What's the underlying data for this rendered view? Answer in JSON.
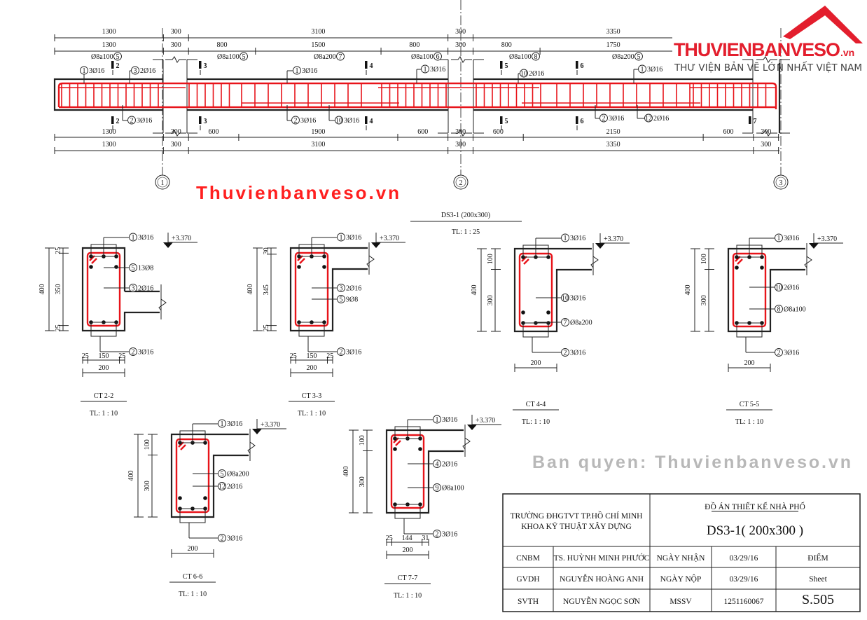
{
  "drawing": {
    "main_title": "DS3-1 (200x300)",
    "main_scale": "TL: 1 : 25",
    "axes": [
      "1",
      "2",
      "3"
    ],
    "dims_top_1": [
      "1300",
      "300",
      "3100",
      "300",
      "3350"
    ],
    "dims_top_2": [
      "1300",
      "300",
      "800",
      "1500",
      "800",
      "300",
      "800",
      "1750"
    ],
    "dims_bot_1": [
      "1300",
      "300",
      "600",
      "1900",
      "600",
      "300",
      "600",
      "2150",
      "600",
      "300"
    ],
    "dims_bot_2": [
      "1300",
      "300",
      "3100",
      "300",
      "3350",
      "300"
    ],
    "section_marks": [
      "2",
      "3",
      "4",
      "5",
      "6",
      "7"
    ],
    "stirrup_labels": [
      {
        "num": "5",
        "text": "Ø8a100"
      },
      {
        "num": "5",
        "text": "Ø8a100"
      },
      {
        "num": "7",
        "text": "Ø8a200"
      },
      {
        "num": "6",
        "text": "Ø8a100"
      },
      {
        "num": "8",
        "text": "Ø8a100"
      },
      {
        "num": "5",
        "text": "Ø8a200"
      }
    ],
    "top_bar_labels": [
      {
        "num": "1",
        "text": "3Ø16"
      },
      {
        "num": "3",
        "text": "2Ø16"
      },
      {
        "num": "1",
        "text": "3Ø16"
      },
      {
        "num": "1",
        "text": "3Ø16"
      },
      {
        "num": "10",
        "text": "2Ø16"
      },
      {
        "num": "1",
        "text": "3Ø16"
      }
    ],
    "bottom_bar_labels": [
      {
        "num": "2",
        "text": "3Ø16"
      },
      {
        "num": "2",
        "text": "3Ø16"
      },
      {
        "num": "10",
        "text": "3Ø16"
      },
      {
        "num": "2",
        "text": "3Ø16"
      },
      {
        "num": "12",
        "text": "2Ø16"
      }
    ]
  },
  "sections": [
    {
      "title": "CT 2-2",
      "scale": "TL: 1 : 10",
      "elevation": "+3.370",
      "height": "400",
      "sub_dims": [
        "25",
        "350",
        "25"
      ],
      "width": "200",
      "width_parts": [
        "25",
        "150",
        "25"
      ],
      "callouts": [
        {
          "num": "1",
          "text": "3Ø16"
        },
        {
          "num": "5",
          "text": "13Ø8"
        },
        {
          "num": "3",
          "text": "2Ø16"
        },
        {
          "num": "2",
          "text": "3Ø16"
        }
      ]
    },
    {
      "title": "CT 3-3",
      "scale": "TL: 1 : 10",
      "elevation": "+3.370",
      "height": "400",
      "sub_dims": [
        "30",
        "345",
        "25"
      ],
      "width": "200",
      "width_parts": [
        "25",
        "150",
        "25"
      ],
      "callouts": [
        {
          "num": "1",
          "text": "3Ø16"
        },
        {
          "num": "3",
          "text": "2Ø16"
        },
        {
          "num": "5",
          "text": "9Ø8"
        },
        {
          "num": "2",
          "text": "3Ø16"
        }
      ]
    },
    {
      "title": "CT 4-4",
      "scale": "TL: 1 : 10",
      "elevation": "+3.370",
      "height": "400",
      "sub_dims": [
        "100",
        "300"
      ],
      "width": "200",
      "callouts": [
        {
          "num": "1",
          "text": "3Ø16"
        },
        {
          "num": "10",
          "text": "3Ø16"
        },
        {
          "num": "7",
          "text": "Ø8a200"
        },
        {
          "num": "2",
          "text": "3Ø16"
        }
      ]
    },
    {
      "title": "CT 5-5",
      "scale": "TL: 1 : 10",
      "elevation": "+3.370",
      "height": "400",
      "sub_dims": [
        "100",
        "300"
      ],
      "width": "200",
      "callouts": [
        {
          "num": "1",
          "text": "3Ø16"
        },
        {
          "num": "10",
          "text": "2Ø16"
        },
        {
          "num": "8",
          "text": "Ø8a100"
        },
        {
          "num": "2",
          "text": "3Ø16"
        }
      ]
    },
    {
      "title": "CT 6-6",
      "scale": "TL: 1 : 10",
      "elevation": "+3.370",
      "height": "400",
      "sub_dims": [
        "100",
        "300"
      ],
      "width": "200",
      "callouts": [
        {
          "num": "1",
          "text": "3Ø16"
        },
        {
          "num": "5",
          "text": "Ø8a200"
        },
        {
          "num": "12",
          "text": "2Ø16"
        },
        {
          "num": "2",
          "text": "3Ø16"
        }
      ]
    },
    {
      "title": "CT 7-7",
      "scale": "TL: 1 : 10",
      "elevation": "+3.370",
      "height": "400",
      "sub_dims": [
        "100",
        "300"
      ],
      "width": "200",
      "width_parts": [
        "25",
        "144",
        "31"
      ],
      "callouts": [
        {
          "num": "1",
          "text": "3Ø16"
        },
        {
          "num": "4",
          "text": "2Ø16"
        },
        {
          "num": "9",
          "text": "Ø8a100"
        },
        {
          "num": "2",
          "text": "3Ø16"
        }
      ]
    }
  ],
  "title_block": {
    "school_1": "TRƯỜNG ĐHGTVT TP.HỒ CHÍ MINH",
    "school_2": "KHOA KỸ THUẬT XÂY DỰNG",
    "project": "ĐỒ ÁN THIẾT KẾ NHÀ PHỐ",
    "drawing_name": "DS3-1( 200x300 )",
    "rows": [
      [
        "CNBM",
        "TS. HUỲNH MINH PHƯỚC",
        "NGÀY NHẬN",
        "03/29/16",
        "ĐIỂM"
      ],
      [
        "GVDH",
        "NGUYỄN HOÀNG ANH",
        "NGÀY NỘP",
        "03/29/16",
        "Sheet"
      ],
      [
        "SVTH",
        "NGUYỄN NGỌC SƠN",
        "MSSV",
        "1251160067",
        "S.505"
      ]
    ]
  },
  "watermarks": {
    "logo_main": "THUVIENBANVESO",
    "logo_tld": ".vn",
    "logo_tagline": "THƯ VIỆN BẢN VẼ LỚN NHẤT VIỆT NAM",
    "center": "Thuvienbanveso.vn",
    "copyright": "Ban quyen: Thuvienbanveso.vn"
  },
  "colors": {
    "rebar": "#e8141a",
    "logo_red": "#e31e2d",
    "watermark_gray": "#b8b8b8"
  }
}
